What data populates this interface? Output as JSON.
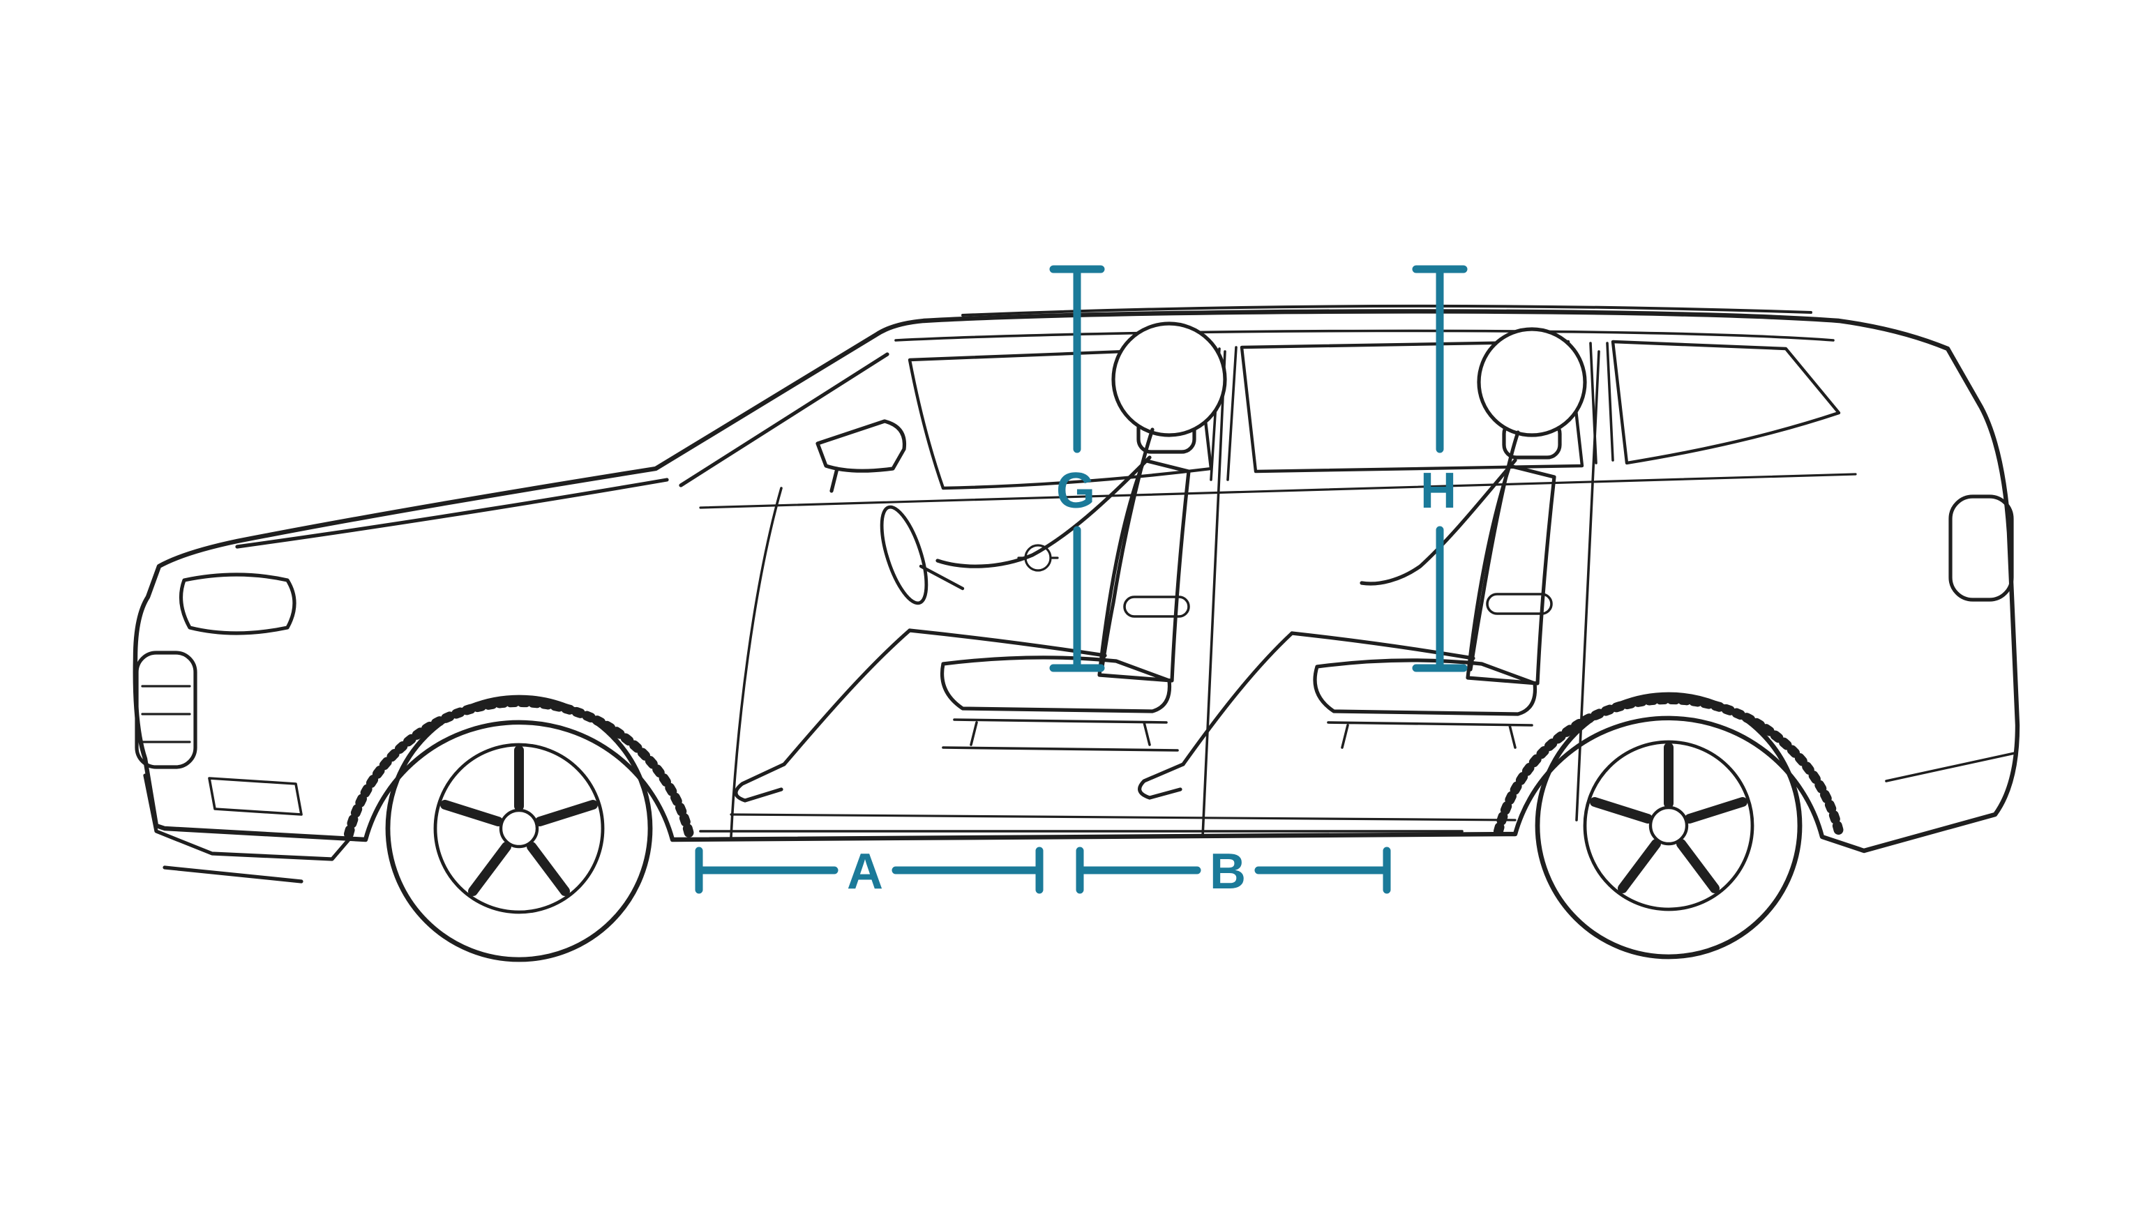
{
  "diagram": {
    "dimensions": {
      "a": {
        "label": "A",
        "orientation": "horizontal"
      },
      "b": {
        "label": "B",
        "orientation": "horizontal"
      },
      "g": {
        "label": "G",
        "orientation": "vertical"
      },
      "h": {
        "label": "H",
        "orientation": "vertical"
      }
    },
    "colors": {
      "dimension": "#1b7a99",
      "line_art": "#1f1f1f",
      "background": "#ffffff"
    }
  }
}
